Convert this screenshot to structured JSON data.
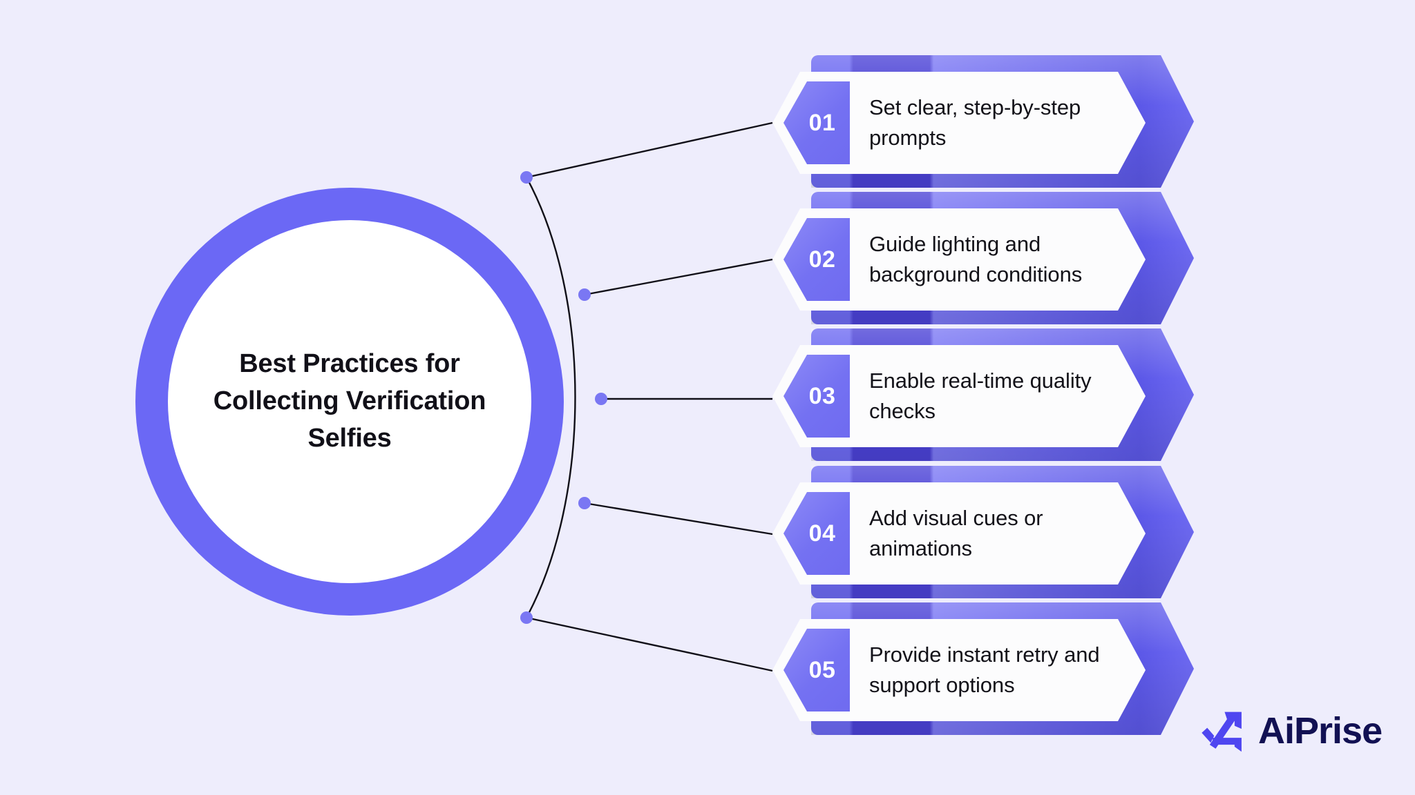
{
  "background_color": "#EEEDFC",
  "accent_color": "#6B68F5",
  "accent_dark_color": "#4B42D6",
  "center": {
    "title": "Best Practices for Collecting Verification Selfies"
  },
  "steps": [
    {
      "number": "01",
      "text": "Set clear, step-by-step prompts"
    },
    {
      "number": "02",
      "text": "Guide lighting and background conditions"
    },
    {
      "number": "03",
      "text": "Enable real-time quality checks"
    },
    {
      "number": "04",
      "text": "Add visual cues or animations"
    },
    {
      "number": "05",
      "text": "Provide instant retry and support options"
    }
  ],
  "brand": {
    "name": "AiPrise",
    "mark_icon": "aiprise-arrow-check-icon",
    "mark_color": "#4F46F0",
    "name_color": "#121153"
  }
}
